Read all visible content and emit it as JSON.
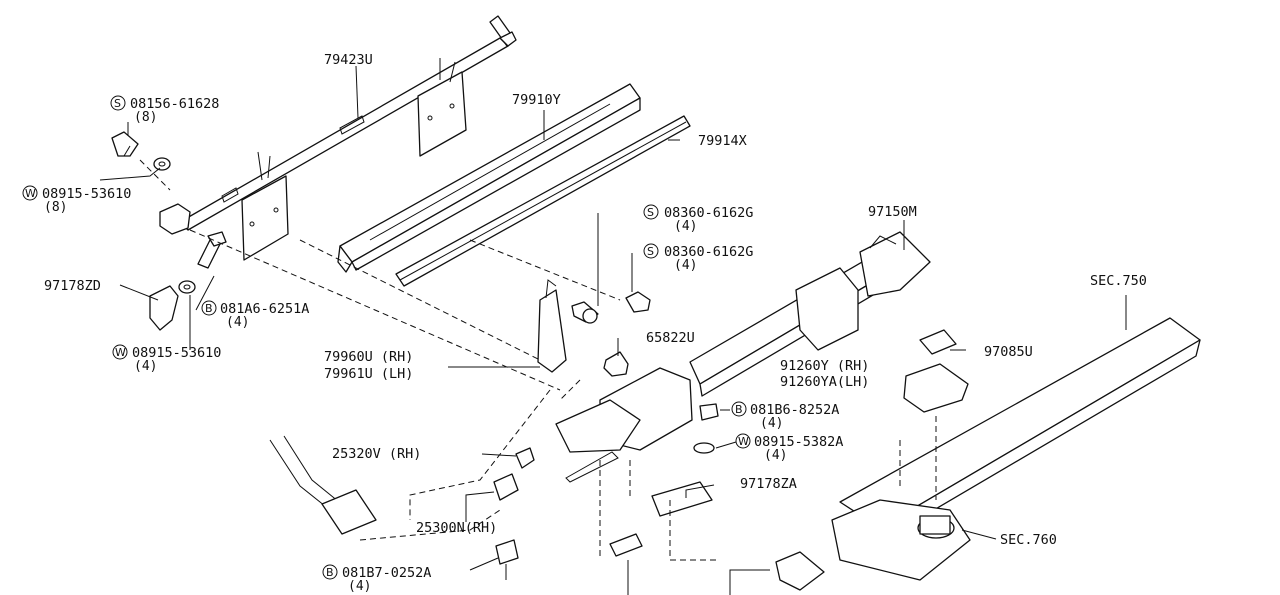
{
  "parts": {
    "p79423u": "79423U",
    "p08156": {
      "prefix": "S",
      "number": "08156-61628",
      "qty": "(8)"
    },
    "w08915a": {
      "prefix": "W",
      "number": "08915-53610",
      "qty": "(8)"
    },
    "p97178zd": "97178ZD",
    "b081a6": {
      "prefix": "B",
      "number": "081A6-6251A",
      "qty": "(4)"
    },
    "w08915b": {
      "prefix": "W",
      "number": "08915-53610",
      "qty": "(4)"
    },
    "p79910y": "79910Y",
    "p79914x": "79914X",
    "s08360a": {
      "prefix": "S",
      "number": "08360-6162G",
      "qty": "(4)"
    },
    "s08360b": {
      "prefix": "S",
      "number": "08360-6162G",
      "qty": "(4)"
    },
    "p97150m": "97150M",
    "sec750": "SEC.750",
    "p65822u": "65822U",
    "p79960u": "79960U (RH)",
    "p79961u": "79961U (LH)",
    "p97085u": "97085U",
    "p91260y": "91260Y (RH)",
    "p91260ya": "91260YA(LH)",
    "b081b6": {
      "prefix": "B",
      "number": "081B6-8252A",
      "qty": "(4)"
    },
    "w08915c": {
      "prefix": "W",
      "number": "08915-5382A",
      "qty": "(4)"
    },
    "p25320v": "25320V (RH)",
    "p97178za": "97178ZA",
    "p25300n": "25300N(RH)",
    "sec760": "SEC.760",
    "b081b7": {
      "prefix": "B",
      "number": "081B7-0252A",
      "qty": "(4)"
    }
  }
}
